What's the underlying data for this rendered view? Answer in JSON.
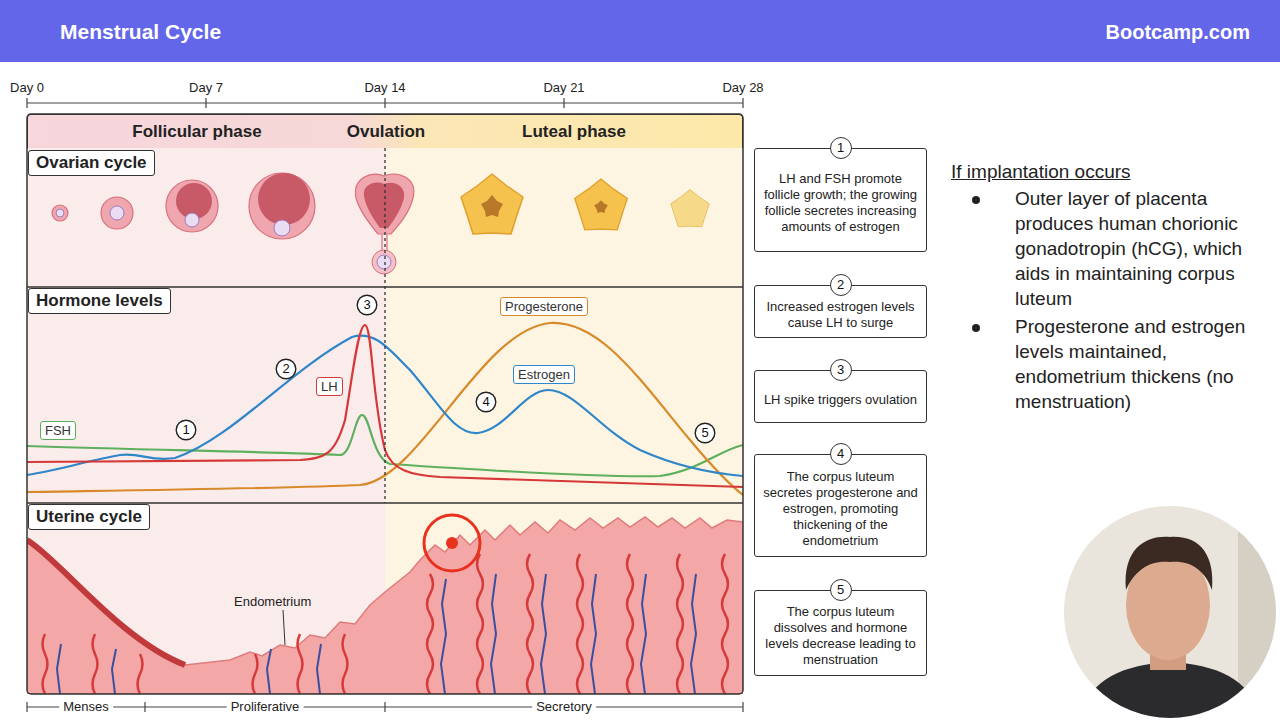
{
  "diagram": {
    "title": "Menstrual Cycle",
    "nodes": [
      {
        "text": [
          "Follicular phase",
          "Ovulation",
          "Luteal phase"
        ]
      },
      {
        "text": [
          "Ovarian cycle"
        ]
      },
      {
        "text": [
          "Hormone levels"
        ]
      },
      {
        "text": [
          "FSH"
        ]
      },
      {
        "text": [
          "LH"
        ]
      },
      {
        "text": [
          "Progesterone"
        ]
      },
      {
        "text": [
          "Estrogen"
        ]
      },
      {
        "text": [
          "1"
        ]
      },
      {
        "text": [
          "2"
        ]
      },
      {
        "text": [
          "3"
        ]
      },
      {
        "text": [
          "4"
        ]
      },
      {
        "text": [
          "5"
        ]
      },
      {
        "text": [
          "Uterine cycle"
        ]
      },
      {
        "text": [
          "1",
          "LH and FSH promote follicle growth; the growing follicle secretes increasing amounts of estrogen"
        ]
      },
      {
        "text": [
          "2",
          "Increased estrogen levels cause LH to surge"
        ]
      },
      {
        "text": [
          "3",
          "LH spike triggers ovulation"
        ]
      },
      {
        "text": [
          "4",
          "The corpus luteum secretes progesterone and estrogen, promoting thickening of the endometrium"
        ]
      },
      {
        "text": [
          "5",
          "The corpus luteum dissolves and hormone levels decrease leading to menstruation"
        ]
      }
    ],
    "labels": [
      "Bootcamp.com",
      "Day 0",
      "Day 7",
      "Day 14",
      "Day 21",
      "Day 28",
      "Endometrium",
      "Menses",
      "Proliferative",
      "Secretory",
      "If implantation occurs",
      "Outer layer of placenta produces human chorionic gonadotropin (hCG), which aids in maintaining corpus luteum",
      "Progesterone and estrogen levels maintained, endometrium thickens (no menstruation)"
    ]
  }
}
